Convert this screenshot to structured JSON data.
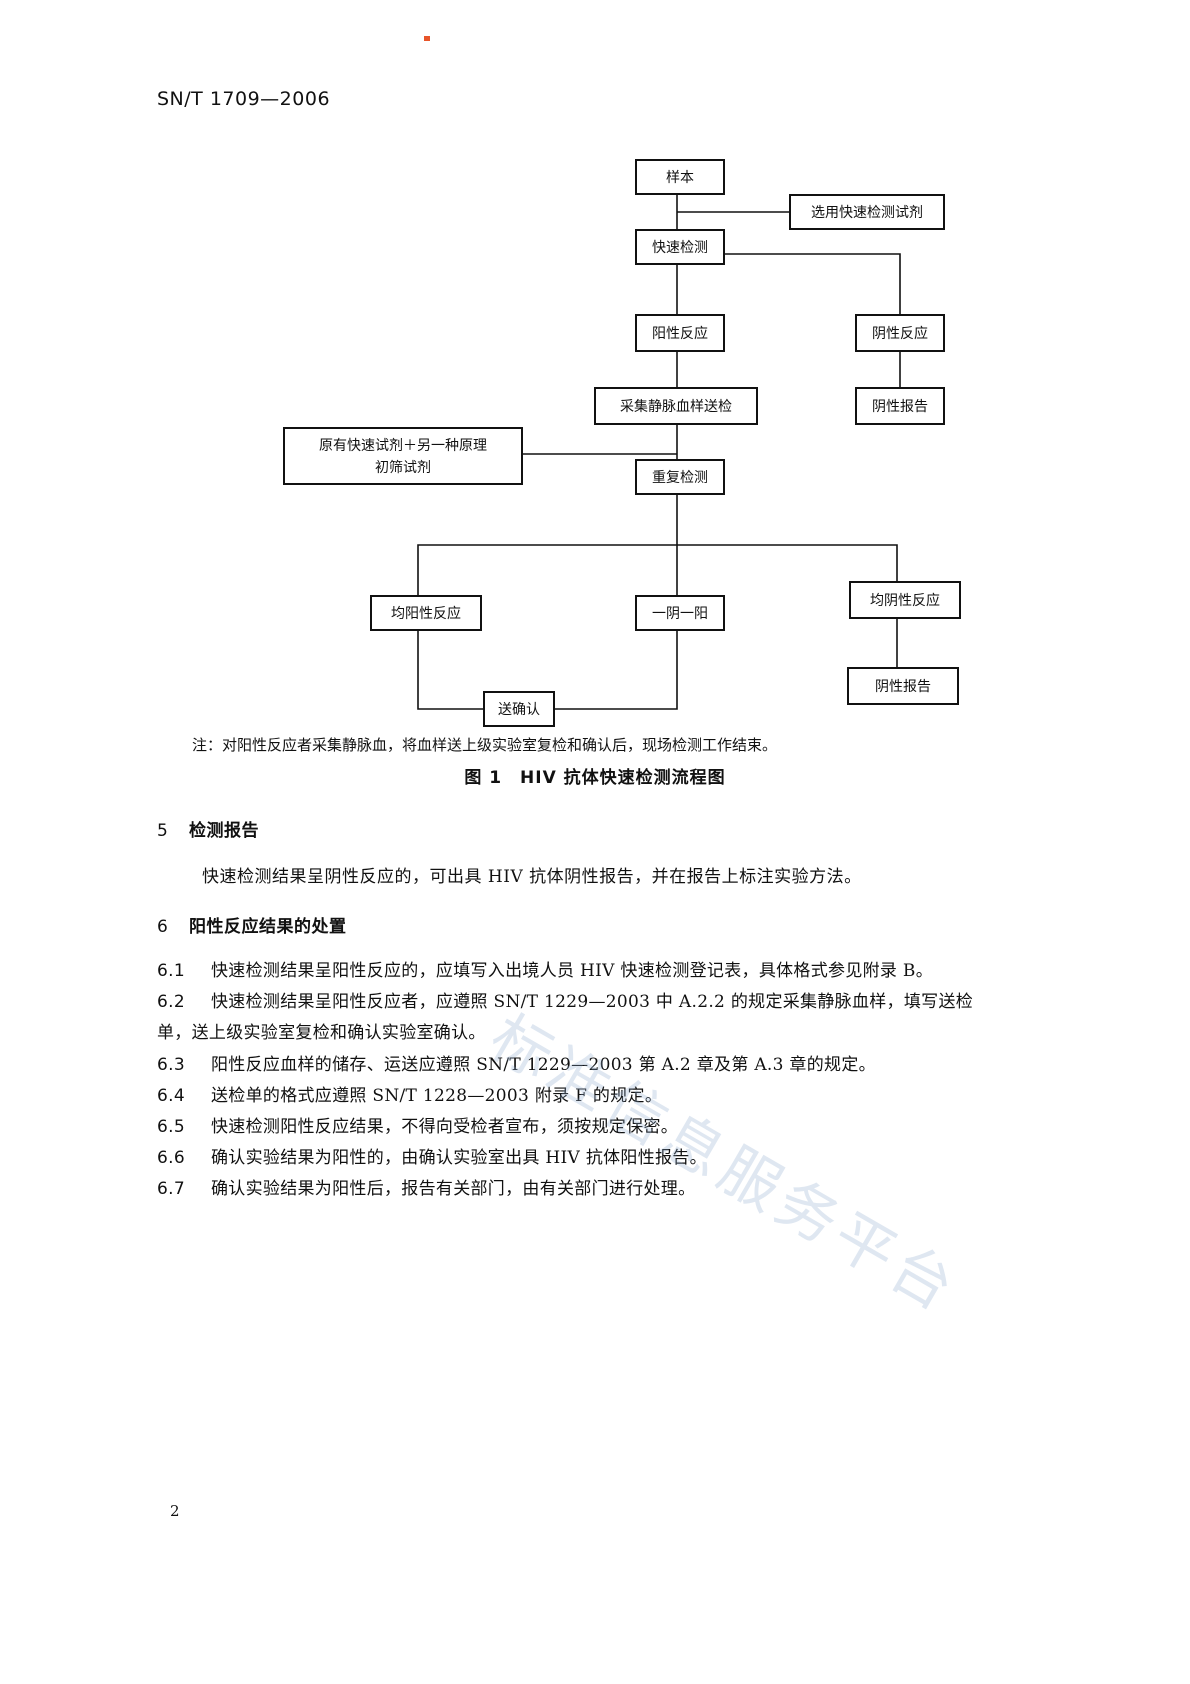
{
  "header": {
    "standard_no": "SN/T 1709—2006"
  },
  "flowchart": {
    "boxes": {
      "sample": "样本",
      "choose_reagent": "选用快速检测试剂",
      "rapid_test": "快速检测",
      "positive": "阳性反应",
      "negative": "阴性反应",
      "collect_venous": "采集静脉血样送检",
      "negative_report_1": "阴性报告",
      "reagent_combo_line1": "原有快速试剂＋另一种原理",
      "reagent_combo_line2": "初筛试剂",
      "retest": "重复检测",
      "both_positive": "均阳性反应",
      "one_neg_one_pos": "一阴一阳",
      "both_negative": "均阴性反应",
      "negative_report_2": "阴性报告",
      "send_confirm": "送确认"
    }
  },
  "figure": {
    "note": "注：对阳性反应者采集静脉血，将血样送上级实验室复检和确认后，现场检测工作结束。",
    "caption": "图 1　HIV 抗体快速检测流程图"
  },
  "section5": {
    "number": "5",
    "title": "检测报告",
    "paragraph": "快速检测结果呈阴性反应的，可出具 HIV 抗体阴性报告，并在报告上标注实验方法。"
  },
  "section6": {
    "number": "6",
    "title": "阳性反应结果的处置",
    "clauses": [
      {
        "num": "6.1",
        "text": "快速检测结果呈阳性反应的，应填写入出境人员 HIV 快速检测登记表，具体格式参见附录 B。"
      },
      {
        "num": "6.2",
        "text": "快速检测结果呈阳性反应者，应遵照 SN/T 1229—2003 中 A.2.2 的规定采集静脉血样，填写送检",
        "cont": "单，送上级实验室复检和确认实验室确认。"
      },
      {
        "num": "6.3",
        "text": "阳性反应血样的储存、运送应遵照 SN/T 1229—2003 第 A.2 章及第 A.3 章的规定。"
      },
      {
        "num": "6.4",
        "text": "送检单的格式应遵照 SN/T 1228—2003 附录 F 的规定。"
      },
      {
        "num": "6.5",
        "text": "快速检测阳性反应结果，不得向受检者宣布，须按规定保密。"
      },
      {
        "num": "6.6",
        "text": "确认实验结果为阳性的，由确认实验室出具 HIV 抗体阳性报告。"
      },
      {
        "num": "6.7",
        "text": "确认实验结果为阳性后，报告有关部门，由有关部门进行处理。"
      }
    ]
  },
  "footer": {
    "page_number": "2"
  },
  "watermark": {
    "text": "标准信息服务平台"
  }
}
